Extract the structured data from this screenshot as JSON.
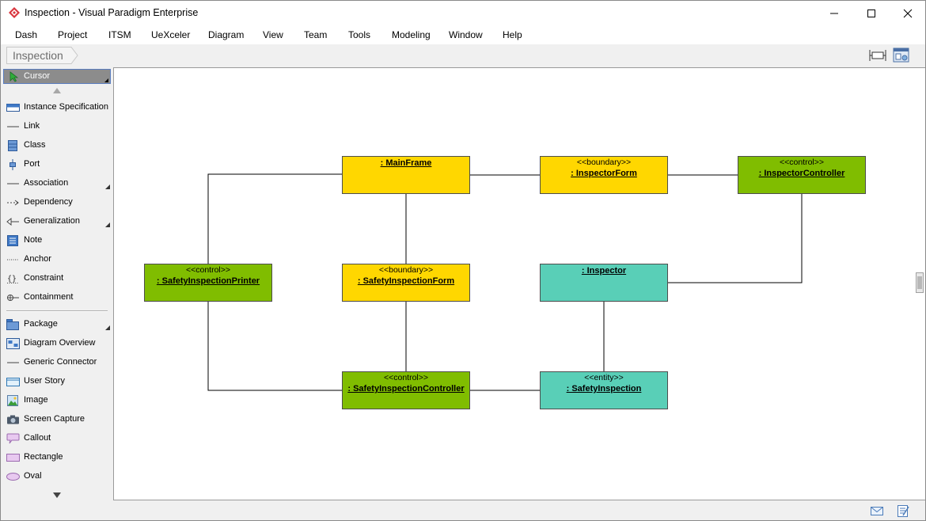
{
  "window": {
    "title": "Inspection - Visual Paradigm Enterprise",
    "minimize_glyph": "—",
    "maximize_glyph": "☐",
    "close_glyph": "✕"
  },
  "menu": [
    "Dash",
    "Project",
    "ITSM",
    "UeXceler",
    "Diagram",
    "View",
    "Team",
    "Tools",
    "Modeling",
    "Window",
    "Help"
  ],
  "breadcrumb": {
    "current": "Inspection"
  },
  "palette": {
    "cursor_label": "Cursor",
    "items": [
      {
        "label": "Instance Specification",
        "icon": "instance-spec-icon"
      },
      {
        "label": "Link",
        "icon": "link-icon"
      },
      {
        "label": "Class",
        "icon": "class-icon"
      },
      {
        "label": "Port",
        "icon": "port-icon"
      },
      {
        "label": "Association",
        "icon": "association-icon"
      },
      {
        "label": "Dependency",
        "icon": "dependency-icon"
      },
      {
        "label": "Generalization",
        "icon": "generalization-icon"
      },
      {
        "label": "Note",
        "icon": "note-icon"
      },
      {
        "label": "Anchor",
        "icon": "anchor-icon"
      },
      {
        "label": "Constraint",
        "icon": "constraint-icon"
      },
      {
        "label": "Containment",
        "icon": "containment-icon"
      },
      {
        "label": "Package",
        "icon": "package-icon"
      },
      {
        "label": "Diagram Overview",
        "icon": "diagram-overview-icon"
      },
      {
        "label": "Generic Connector",
        "icon": "generic-connector-icon"
      },
      {
        "label": "User Story",
        "icon": "user-story-icon"
      },
      {
        "label": "Image",
        "icon": "image-icon"
      },
      {
        "label": "Screen Capture",
        "icon": "screen-capture-icon"
      },
      {
        "label": "Callout",
        "icon": "callout-icon"
      },
      {
        "label": "Rectangle",
        "icon": "rectangle-icon"
      },
      {
        "label": "Oval",
        "icon": "oval-icon"
      }
    ]
  },
  "diagram": {
    "nodes": {
      "mainframe": {
        "stereotype": "",
        "name": ": MainFrame",
        "color": "#ffd700"
      },
      "inspectorform": {
        "stereotype": "<<boundary>>",
        "name": ": InspectorForm",
        "color": "#ffd700"
      },
      "inspectorcontroller": {
        "stereotype": "<<control>>",
        "name": ": InspectorController",
        "color": "#80bd00"
      },
      "safetyinspectionprinter": {
        "stereotype": "<<control>>",
        "name": ": SafetyInspectionPrinter",
        "color": "#80bd00"
      },
      "safetyinspectionform": {
        "stereotype": "<<boundary>>",
        "name": ": SafetyInspectionForm",
        "color": "#ffd700"
      },
      "inspector": {
        "stereotype": "",
        "name": ": Inspector",
        "color": "#59cfb7"
      },
      "safetyinspectioncontroller": {
        "stereotype": "<<control>>",
        "name": ": SafetyInspectionController",
        "color": "#80bd00"
      },
      "safetyinspection": {
        "stereotype": "<<entity>>",
        "name": ": SafetyInspection",
        "color": "#59cfb7"
      }
    }
  },
  "colors": {
    "boundary": "#ffd700",
    "control": "#80bd00",
    "entity": "#59cfb7",
    "canvas": "#ffffff",
    "chrome": "#f0f0f0"
  }
}
